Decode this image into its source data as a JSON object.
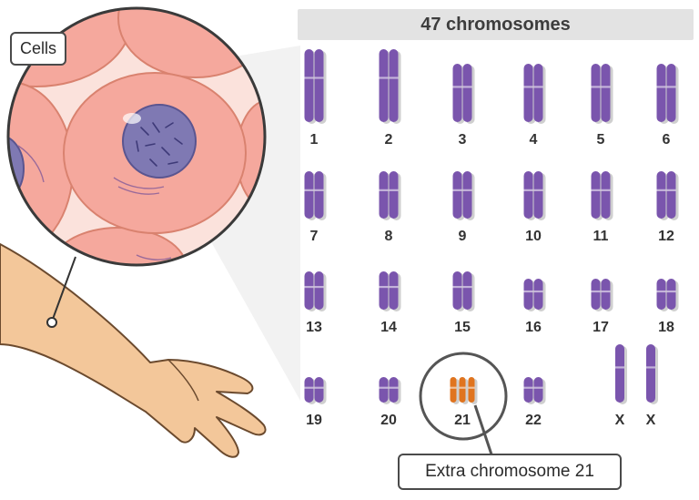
{
  "header": {
    "title": "47 chromosomes"
  },
  "callouts": {
    "cells": "Cells",
    "extra": "Extra chromosome 21"
  },
  "colors": {
    "chromosome": "#7a55ad",
    "extra_chromosome": "#e0741f",
    "cell": "#f5a89d",
    "nucleus": "#7f79b3",
    "skin": "#f3c79a"
  },
  "karyotype": {
    "rows": [
      [
        {
          "label": "1",
          "copies": 2,
          "size": "xl"
        },
        {
          "label": "2",
          "copies": 2,
          "size": "xl"
        },
        {
          "label": "3",
          "copies": 2,
          "size": "l"
        },
        {
          "label": "4",
          "copies": 2,
          "size": "l"
        },
        {
          "label": "5",
          "copies": 2,
          "size": "l"
        },
        {
          "label": "6",
          "copies": 2,
          "size": "l"
        }
      ],
      [
        {
          "label": "7",
          "copies": 2,
          "size": "m"
        },
        {
          "label": "8",
          "copies": 2,
          "size": "m"
        },
        {
          "label": "9",
          "copies": 2,
          "size": "m"
        },
        {
          "label": "10",
          "copies": 2,
          "size": "m"
        },
        {
          "label": "11",
          "copies": 2,
          "size": "m"
        },
        {
          "label": "12",
          "copies": 2,
          "size": "m"
        }
      ],
      [
        {
          "label": "13",
          "copies": 2,
          "size": "s"
        },
        {
          "label": "14",
          "copies": 2,
          "size": "s"
        },
        {
          "label": "15",
          "copies": 2,
          "size": "s"
        },
        {
          "label": "16",
          "copies": 2,
          "size": "xs"
        },
        {
          "label": "17",
          "copies": 2,
          "size": "xs"
        },
        {
          "label": "18",
          "copies": 2,
          "size": "xs"
        }
      ],
      [
        {
          "label": "19",
          "copies": 2,
          "size": "xxs"
        },
        {
          "label": "20",
          "copies": 2,
          "size": "xxs"
        },
        {
          "label": "21",
          "copies": 3,
          "size": "xxs",
          "highlight": true
        },
        {
          "label": "22",
          "copies": 2,
          "size": "xxs"
        },
        {
          "label": "X",
          "copies": 1,
          "size": "l"
        },
        {
          "label": "X",
          "copies": 1,
          "size": "l"
        }
      ]
    ]
  }
}
